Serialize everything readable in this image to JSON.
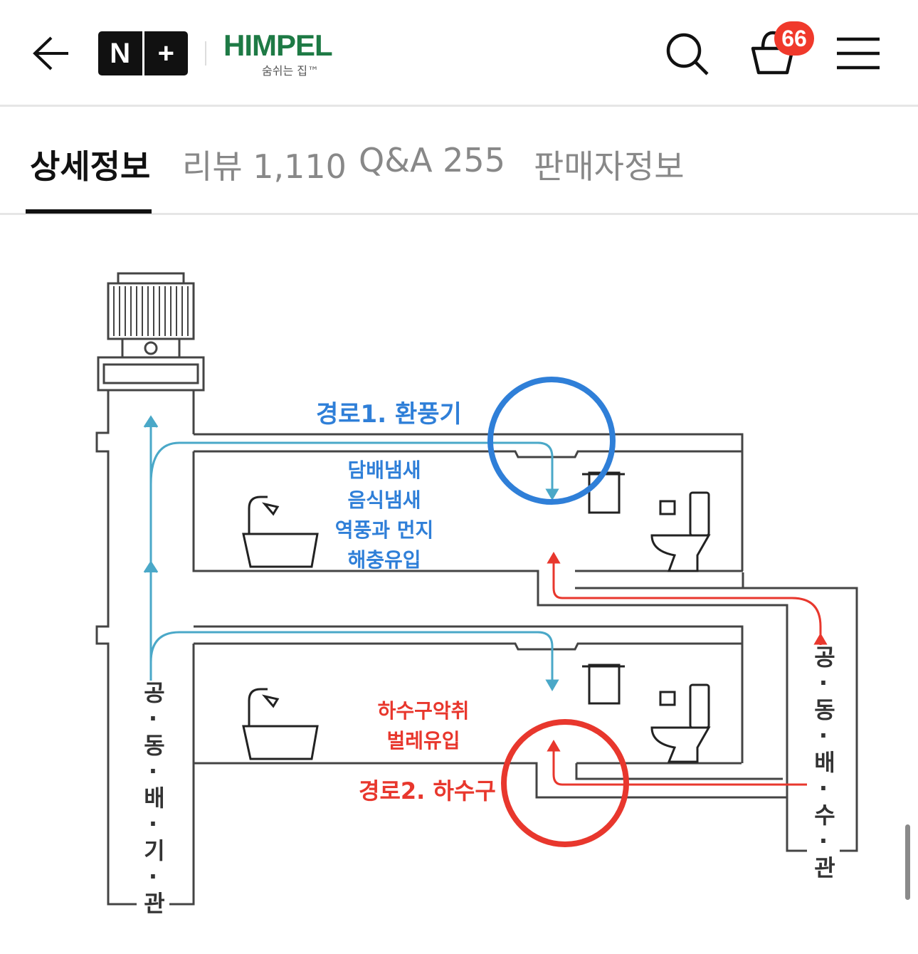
{
  "header": {
    "brand_badge": [
      "N",
      "+"
    ],
    "brand_name": "HIMPEL",
    "brand_slogan": "숨쉬는 집™",
    "cart_count": "66",
    "icons": [
      "back-arrow-icon",
      "search-icon",
      "cart-basket-icon",
      "menu-icon"
    ]
  },
  "tabs": [
    {
      "label": "상세정보",
      "active": true
    },
    {
      "label": "리뷰 1,110"
    },
    {
      "label": "Q&A 255"
    },
    {
      "label": "판매자정보"
    }
  ],
  "diagram": {
    "route1_title": "경로1. 환풍기",
    "route1_items": [
      "담배냄새",
      "음식냄새",
      "역풍과 먼지",
      "해충유입"
    ],
    "route2_items": [
      "하수구악취",
      "벌레유입"
    ],
    "route2_title": "경로2. 하수구",
    "exhaust_pipe": "공·동·배·기·관",
    "drain_pipe": "공·동·배·수·관",
    "colors": {
      "route1": "#2f7fd8",
      "route2": "#e8372d",
      "airflow": "#4aa8c8"
    }
  }
}
